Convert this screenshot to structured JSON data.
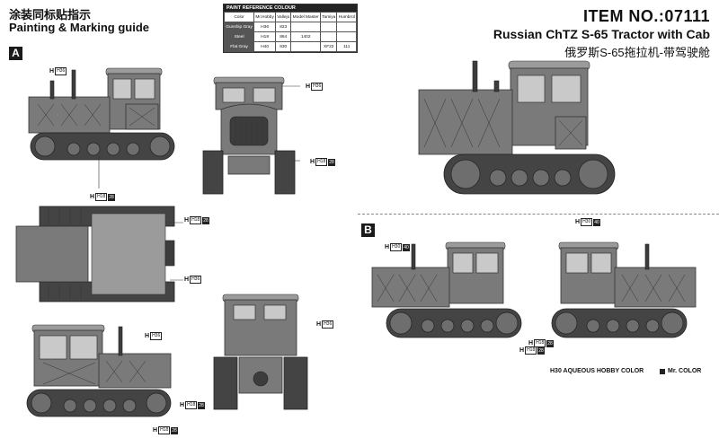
{
  "header": {
    "title_cn": "涂装同标贴指示",
    "title_en": "Painting & Marking guide",
    "item_no": "ITEM NO.:07111",
    "model_en": "Russian ChTZ S-65 Tractor with Cab",
    "model_cn": "俄罗斯S-65拖拉机-带驾驶舱"
  },
  "sections": {
    "a": "A",
    "b": "B"
  },
  "paint_table": {
    "title": "PAINT REFERENCE COLOUR",
    "headers": [
      "Color",
      "Mr.Hobby",
      "Vallejo",
      "Model Master",
      "Tamiya",
      "Humbrol"
    ],
    "rows": [
      [
        "Gunship Gray",
        "H36",
        "823",
        "",
        "",
        ""
      ],
      [
        "Steel",
        "H18",
        "864",
        "1402",
        "",
        ""
      ],
      [
        "Flat Gray",
        "H40",
        "830",
        "",
        "XF22",
        "111"
      ]
    ]
  },
  "callouts": {
    "a1": {
      "h": "H",
      "hobby": "H36",
      "mr": ""
    },
    "a2": {
      "h": "H",
      "hobby": "H36",
      "mr": ""
    },
    "a3": {
      "h": "H",
      "hobby": "H18",
      "mr": "28"
    },
    "a4": {
      "h": "H",
      "hobby": "H18",
      "mr": "28"
    },
    "a5": {
      "h": "H",
      "hobby": "H18",
      "mr": "28"
    },
    "a6": {
      "h": "H",
      "hobby": "H36",
      "mr": ""
    },
    "a7": {
      "h": "H",
      "hobby": "H36",
      "mr": ""
    },
    "a8": {
      "h": "H",
      "hobby": "H36",
      "mr": ""
    },
    "a9": {
      "h": "H",
      "hobby": "H18",
      "mr": "28"
    },
    "a10": {
      "h": "H",
      "hobby": "H18",
      "mr": "28"
    },
    "b1": {
      "h": "H",
      "hobby": "H30",
      "mr": "40"
    },
    "b2": {
      "h": "H",
      "hobby": "H18",
      "mr": "28"
    },
    "b3": {
      "h": "H",
      "hobby": "H30",
      "mr": "40"
    },
    "b4": {
      "h": "H",
      "hobby": "H18",
      "mr": "28"
    }
  },
  "legend": {
    "aqueous": "H30 AQUEOUS HOBBY COLOR",
    "mr_color": "Mr. COLOR"
  }
}
